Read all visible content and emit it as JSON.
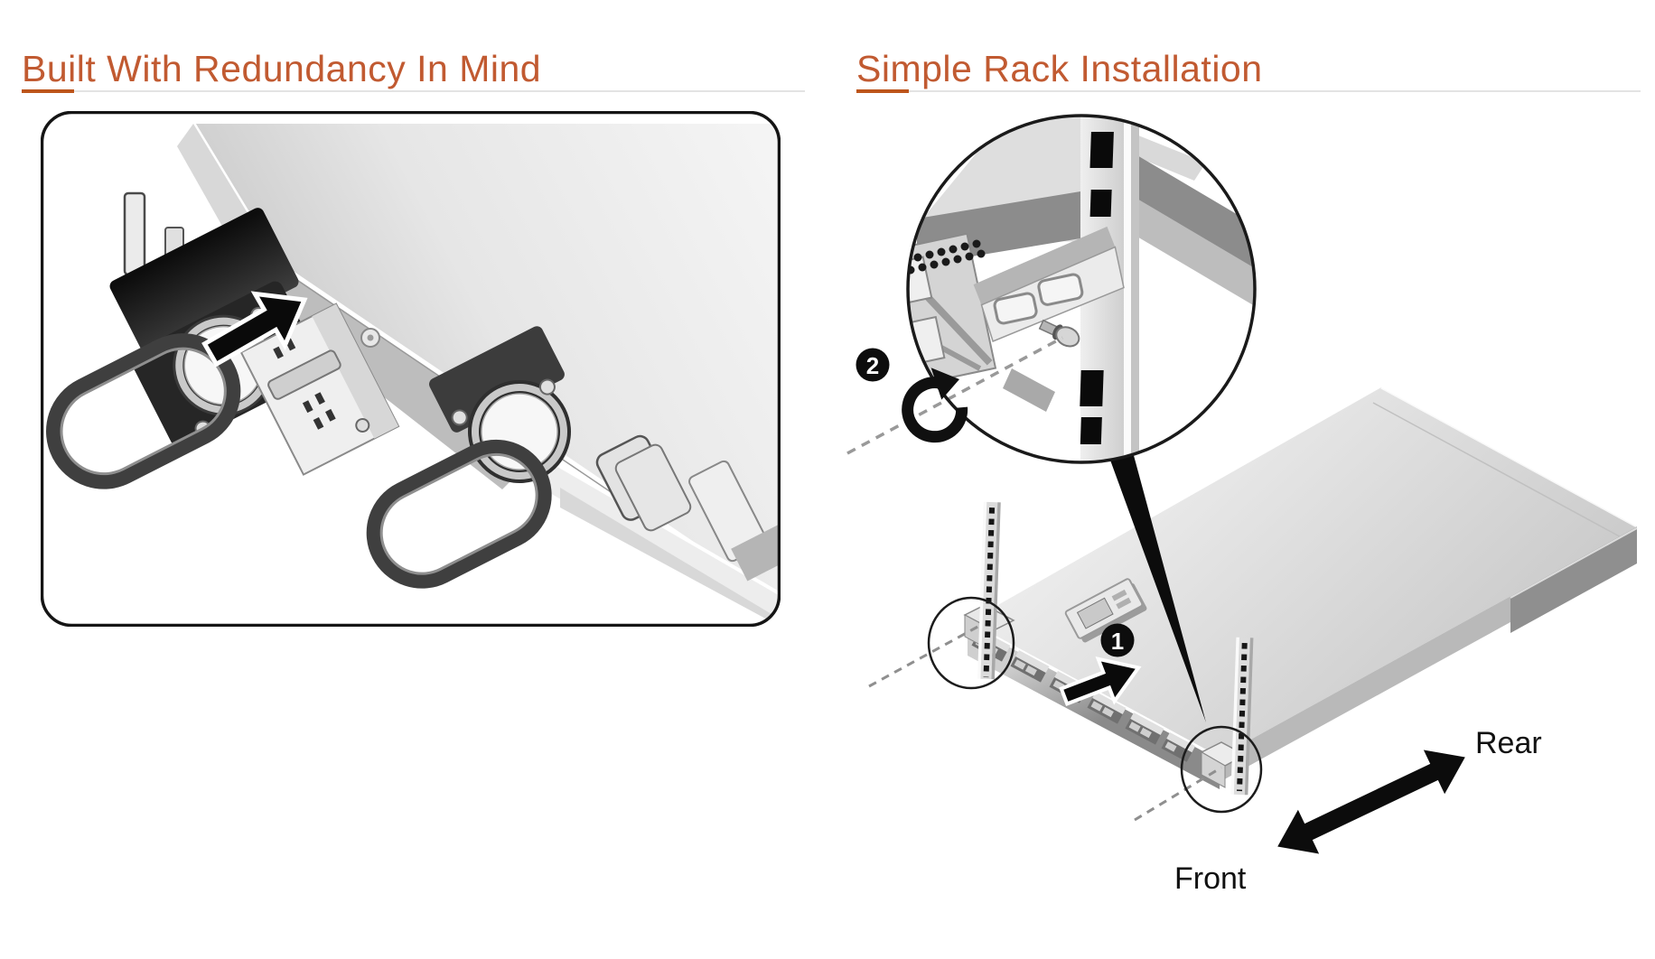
{
  "style": {
    "background": "#ffffff",
    "heading_color": "#c15a31",
    "divider_accent_color": "#bd551b",
    "divider_track_color": "#e3e3e3",
    "line_art_color": "#1a1a1a"
  },
  "sections": {
    "left": {
      "title": "Built With Redundancy In Mind"
    },
    "right": {
      "title": "Simple Rack Installation",
      "figure_labels": {
        "step1": "1",
        "step2": "2",
        "front": "Front",
        "rear": "Rear"
      }
    }
  }
}
